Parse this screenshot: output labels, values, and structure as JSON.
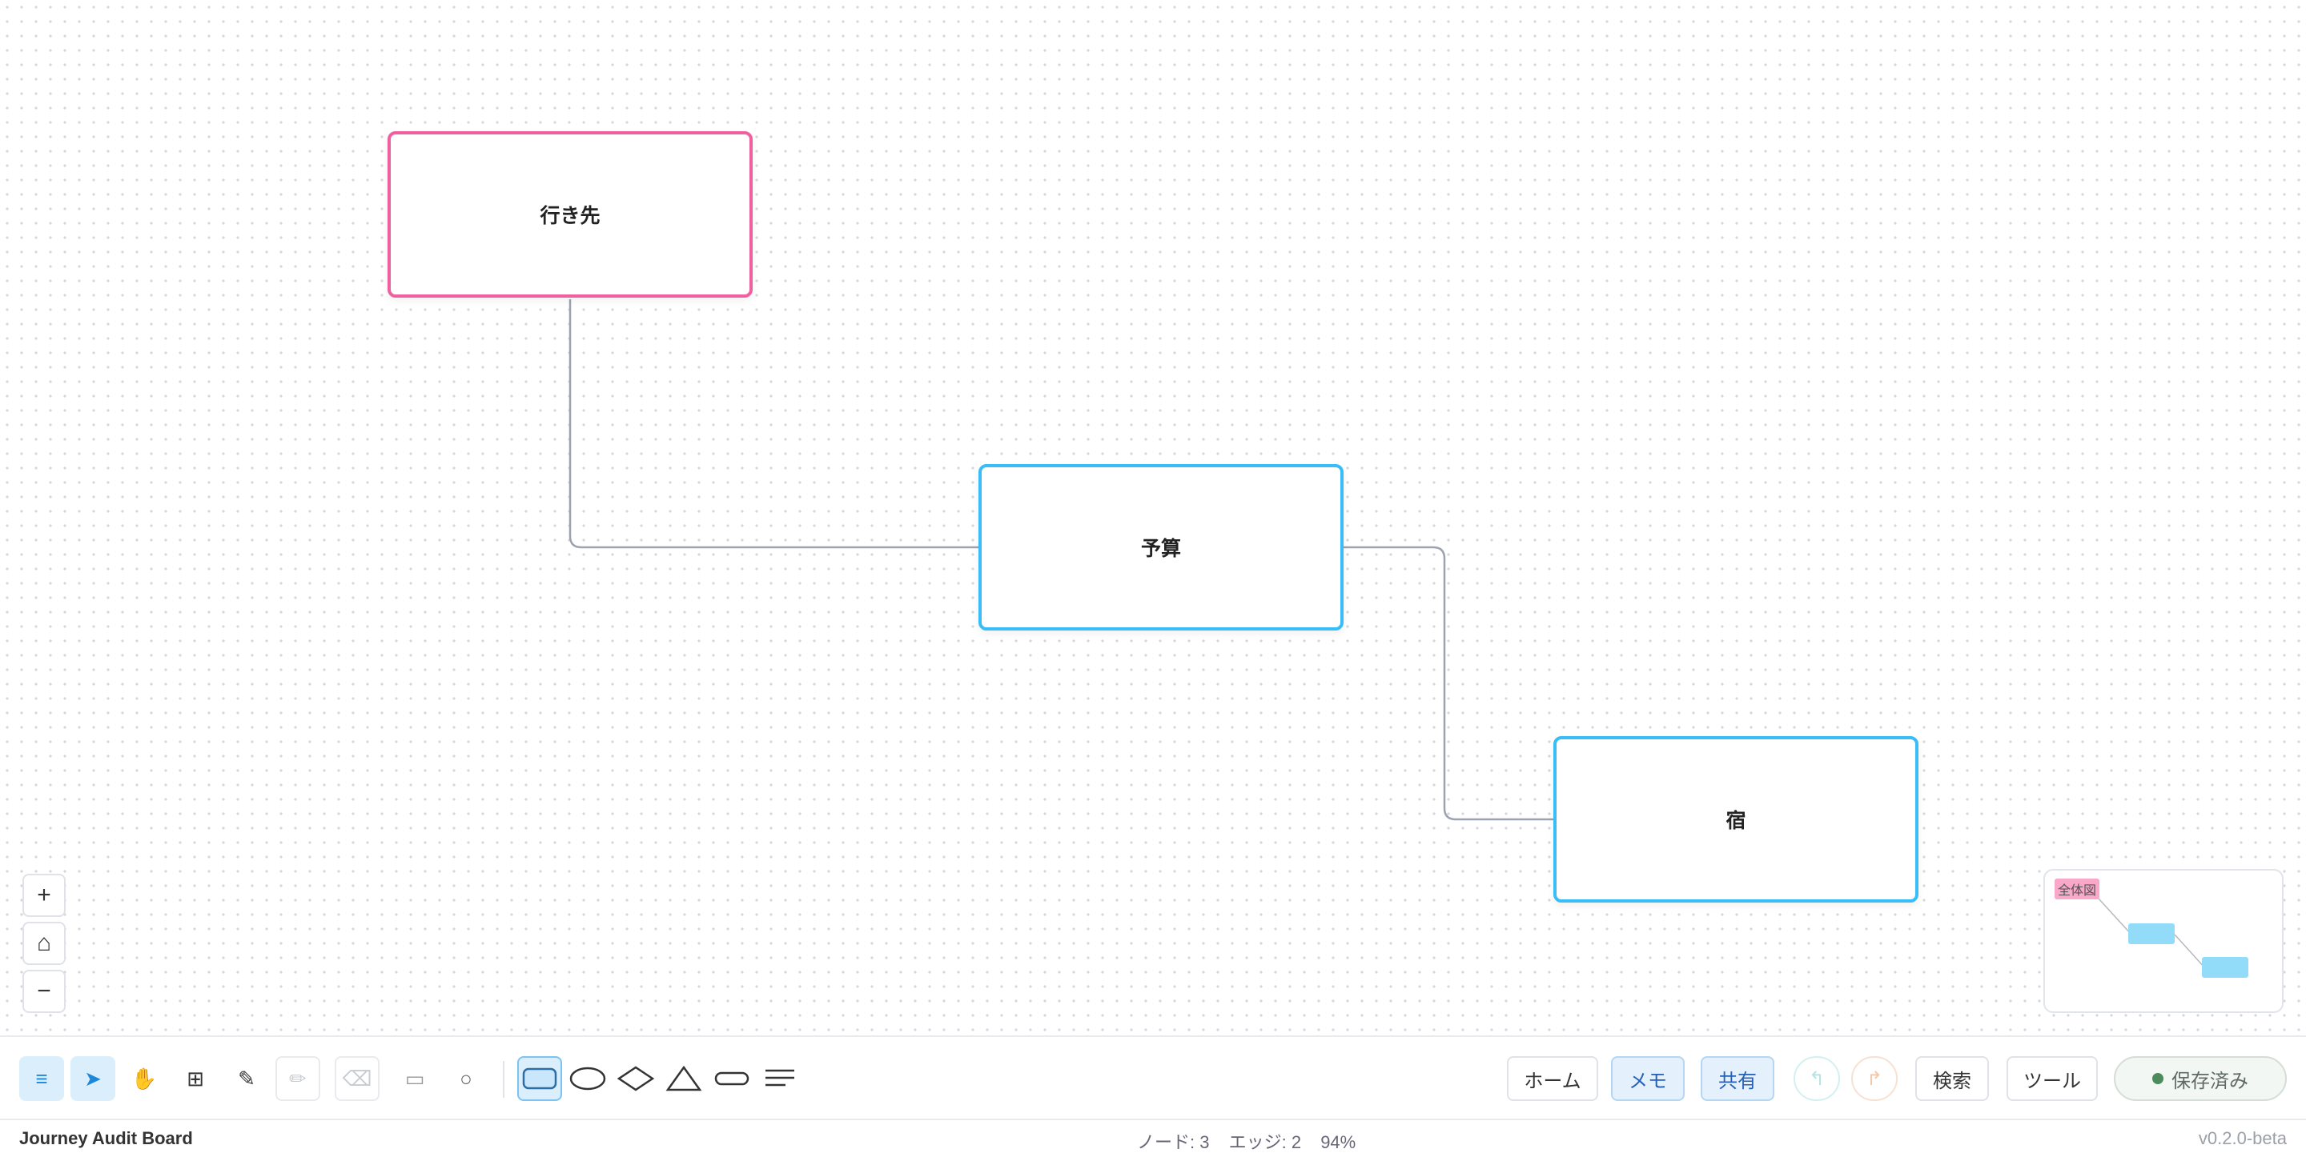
{
  "canvas": {
    "nodes": [
      {
        "label": "行き先",
        "color": "#f0609e"
      },
      {
        "label": "予算",
        "color": "#38bdf8"
      },
      {
        "label": "宿",
        "color": "#38bdf8"
      }
    ],
    "zoom_controls": {
      "zoom_in": "+",
      "home": "⌂",
      "zoom_out": "−"
    }
  },
  "minimap": {
    "label": "全体図"
  },
  "toolbar": {
    "tools": [
      {
        "name": "menu",
        "glyph": "≡"
      },
      {
        "name": "select",
        "glyph": "➤"
      },
      {
        "name": "hand",
        "glyph": "✋"
      },
      {
        "name": "add-node",
        "glyph": "⊞"
      },
      {
        "name": "pen",
        "glyph": "✎"
      },
      {
        "name": "pencil",
        "glyph": "✏"
      },
      {
        "name": "eraser",
        "glyph": "⌫"
      },
      {
        "name": "rect-small",
        "glyph": "▭"
      },
      {
        "name": "circle-small",
        "glyph": "○"
      }
    ],
    "buttons": {
      "home": "ホーム",
      "memo": "メモ",
      "share": "共有",
      "undo": "↰",
      "redo": "↱",
      "search": "検索",
      "tools": "ツール",
      "saved": "保存済み"
    }
  },
  "status": {
    "title": "Journey Audit Board",
    "nodes": "ノード: 3",
    "edges": "エッジ: 2",
    "zoom": "94%",
    "version": "v0.2.0-beta"
  }
}
